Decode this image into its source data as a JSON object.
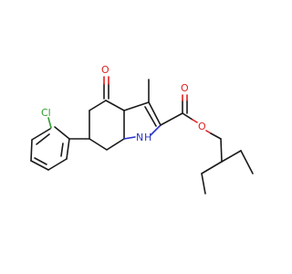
{
  "molecule": {
    "atoms": {
      "chlorine": "Cl",
      "ketone_oxygen": "O",
      "carbonyl_oxygen": "O",
      "ester_oxygen": "O",
      "nitrogen": "N",
      "nitrogen_h": "H"
    },
    "colors": {
      "bond": "#1a1a1a",
      "oxygen": "#e02020",
      "nitrogen": "#2a34c8",
      "chlorine": "#2e9e2e",
      "background": "#ffffff"
    }
  }
}
